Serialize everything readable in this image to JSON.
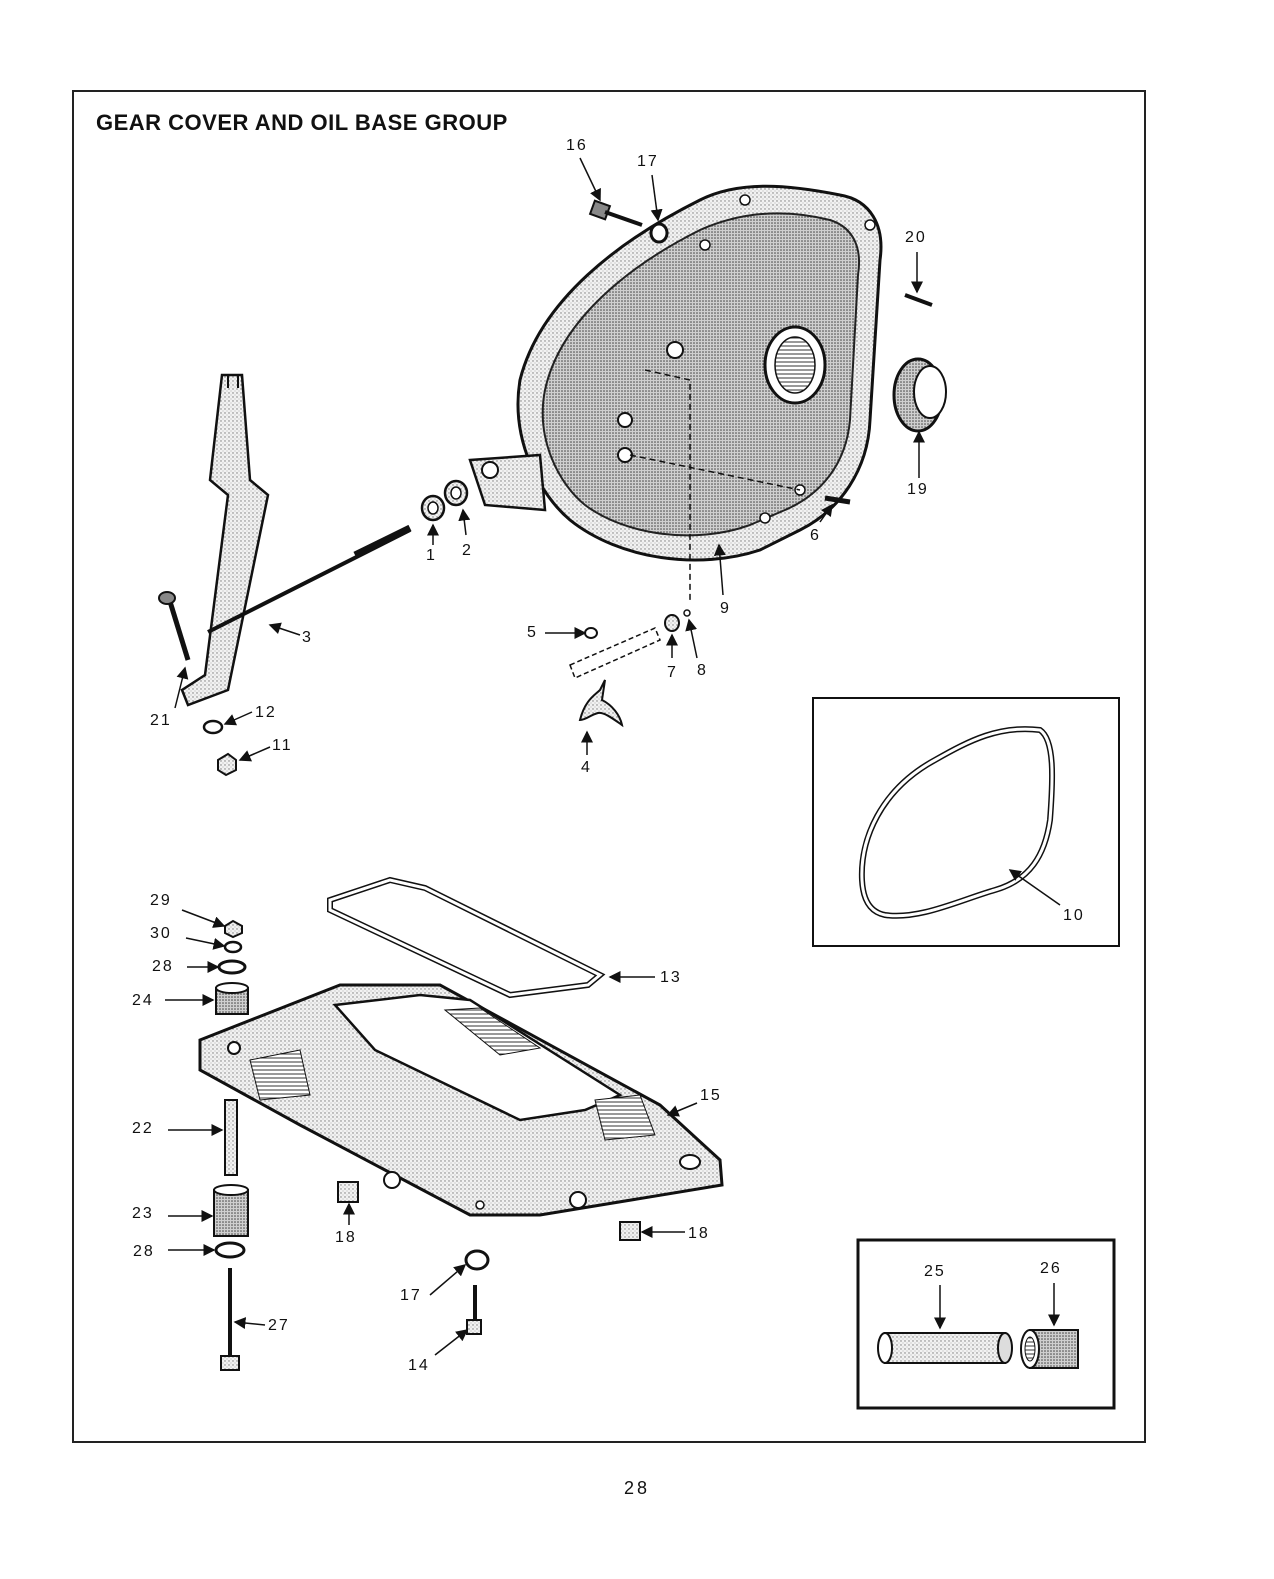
{
  "title": "GEAR COVER AND OIL BASE GROUP",
  "page_number": "28",
  "callouts": [
    "1",
    "2",
    "3",
    "4",
    "5",
    "6",
    "7",
    "8",
    "9",
    "10",
    "11",
    "12",
    "13",
    "14",
    "15",
    "16",
    "17",
    "17",
    "18",
    "18",
    "19",
    "20",
    "21",
    "22",
    "23",
    "24",
    "25",
    "26",
    "27",
    "28",
    "28",
    "29",
    "30"
  ]
}
